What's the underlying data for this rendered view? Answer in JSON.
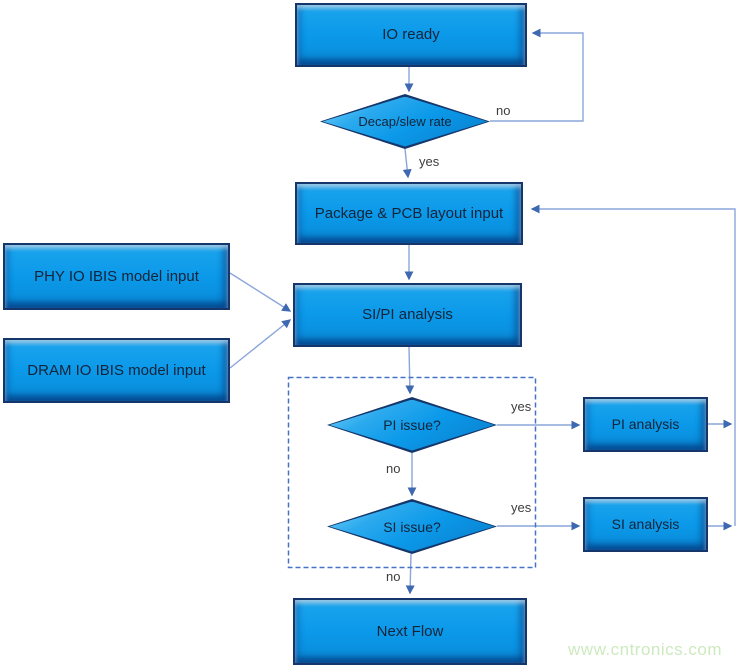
{
  "diagram": {
    "type": "flowchart",
    "nodes": {
      "io_ready": {
        "label": "IO ready",
        "shape": "rect"
      },
      "decap_slew_rate": {
        "label": "Decap/slew rate",
        "shape": "diamond"
      },
      "package_pcb_input": {
        "label": "Package & PCB layout input",
        "shape": "rect"
      },
      "phy_ibis_input": {
        "label": "PHY IO IBIS model input",
        "shape": "rect"
      },
      "dram_ibis_input": {
        "label": "DRAM IO IBIS model input",
        "shape": "rect"
      },
      "sipi_analysis": {
        "label": "SI/PI analysis",
        "shape": "rect"
      },
      "pi_issue": {
        "label": "PI issue?",
        "shape": "diamond"
      },
      "si_issue": {
        "label": "SI issue?",
        "shape": "diamond"
      },
      "pi_analysis": {
        "label": "PI analysis",
        "shape": "rect"
      },
      "si_analysis": {
        "label": "SI analysis",
        "shape": "rect"
      },
      "next_flow": {
        "label": "Next Flow",
        "shape": "rect"
      }
    },
    "edge_labels": {
      "decap_no": "no",
      "decap_yes": "yes",
      "pi_issue_yes": "yes",
      "pi_issue_no": "no",
      "si_issue_yes": "yes",
      "si_issue_no": "no"
    },
    "colors": {
      "node_fill": "#0b99e9",
      "node_border": "#15366b",
      "connector_line": "#8aa5da",
      "connector_arrowhead": "#3e68b2",
      "dashed_group_border": "#4472c4",
      "watermark_text": "#cde9bf"
    },
    "watermark": "www.cntronics.com"
  }
}
